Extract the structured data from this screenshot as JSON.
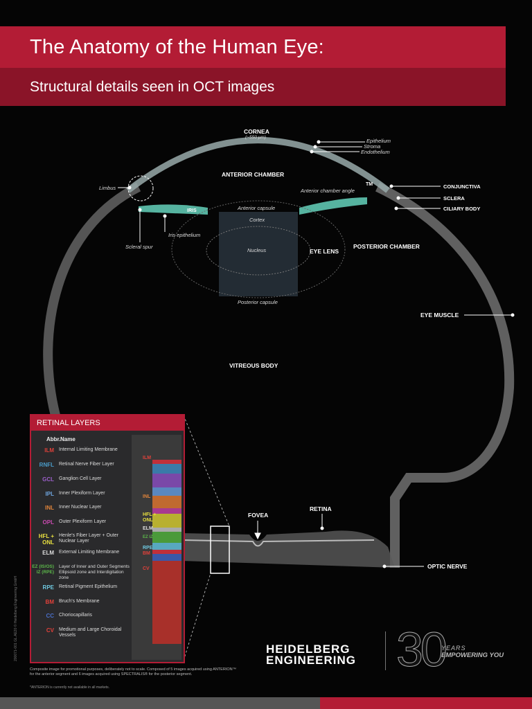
{
  "header": {
    "title": "The Anatomy of the Human Eye:",
    "subtitle": "Structural details seen in OCT images"
  },
  "labels": {
    "cornea": "CORNEA",
    "cornea_thickness": "(~550 µm)",
    "epithelium": "Epithelium",
    "stroma": "Stroma",
    "endothelium": "Endothelium",
    "anterior_chamber": "ANTERIOR CHAMBER",
    "limbus": "Limbus",
    "anterior_chamber_angle": "Anterior chamber angle",
    "tm": "TM",
    "conjunctiva": "CONJUNCTIVA",
    "sclera": "SCLERA",
    "ciliary_body": "CILIARY BODY",
    "iris": "IRIS",
    "anterior_capsule": "Anterior capsule",
    "cortex": "Cortex",
    "iris_epithelium": "Iris epithelium",
    "scleral_spur": "Scleral spur",
    "nucleus": "Nucleus",
    "eye_lens": "EYE LENS",
    "posterior_chamber": "POSTERIOR CHAMBER",
    "posterior_capsule": "Posterior capsule",
    "eye_muscle": "EYE MUSCLE",
    "vitreous_body": "VITREOUS BODY",
    "fovea": "FOVEA",
    "retina": "RETINA",
    "optic_nerve": "OPTIC NERVE"
  },
  "panel": {
    "title": "RETINAL LAYERS",
    "col_abbr": "Abbr.",
    "col_name": "Name",
    "rows": [
      {
        "abbr": "ILM",
        "name": "Internal Limiting Membrane",
        "color": "#e0413a"
      },
      {
        "abbr": "RNFL",
        "name": "Retinal Nerve Fiber Layer",
        "color": "#4a9cc9"
      },
      {
        "abbr": "GCL",
        "name": "Ganglion Cell Layer",
        "color": "#9b5fc9"
      },
      {
        "abbr": "IPL",
        "name": "Inner Plexiform Layer",
        "color": "#6fa6e0"
      },
      {
        "abbr": "INL",
        "name": "Inner Nuclear Layer",
        "color": "#e0843a"
      },
      {
        "abbr": "OPL",
        "name": "Outer Plexiform Layer",
        "color": "#c94ab0"
      },
      {
        "abbr": "HFL + ONL",
        "name": "Henle's Fiber Layer + Outer Nuclear Layer",
        "color": "#e8e040"
      },
      {
        "abbr": "ELM",
        "name": "External Limiting Membrane",
        "color": "#dddddd"
      },
      {
        "abbr": "EZ (IS/OS) IZ (RPE)",
        "name": "Layer of Inner and Outer Segments Ellipsoid zone and Interdigitation zone",
        "color": "#5cb84a"
      },
      {
        "abbr": "RPE",
        "name": "Retinal Pigment Epithelium",
        "color": "#6fc9e0"
      },
      {
        "abbr": "BM",
        "name": "Bruch's Membrane",
        "color": "#e0413a"
      },
      {
        "abbr": "CC",
        "name": "Choriocapillaris",
        "color": "#4a6fc9"
      },
      {
        "abbr": "CV",
        "name": "Medium and Large Choroidal Vessels",
        "color": "#e0413a"
      }
    ],
    "strip_tags": [
      "ILM",
      "INL",
      "HFL + ONL",
      "ELM",
      "EZ IZ",
      "RPE",
      "BM",
      "CV"
    ]
  },
  "footer": {
    "note": "Composite image for promotional purposes, deliberately not to scale. Composed of 5 images acquired using ANTERION™ for the anterior segment and 6 images acquired using SPECTRALIS® for the posterior segment.",
    "note2": "*ANTERION is currently not available in all markets.",
    "vertical": "200071-001 GL.AE20 © Heidelberg Engineering GmbH"
  },
  "logo": {
    "line1": "HEIDELBERG",
    "line2": "ENGINEERING",
    "number": "30",
    "years": "YEARS",
    "tagline": "EMPOWERING YOU"
  },
  "colors": {
    "brand_red": "#b31c35",
    "brand_dark_red": "#8a1428"
  }
}
